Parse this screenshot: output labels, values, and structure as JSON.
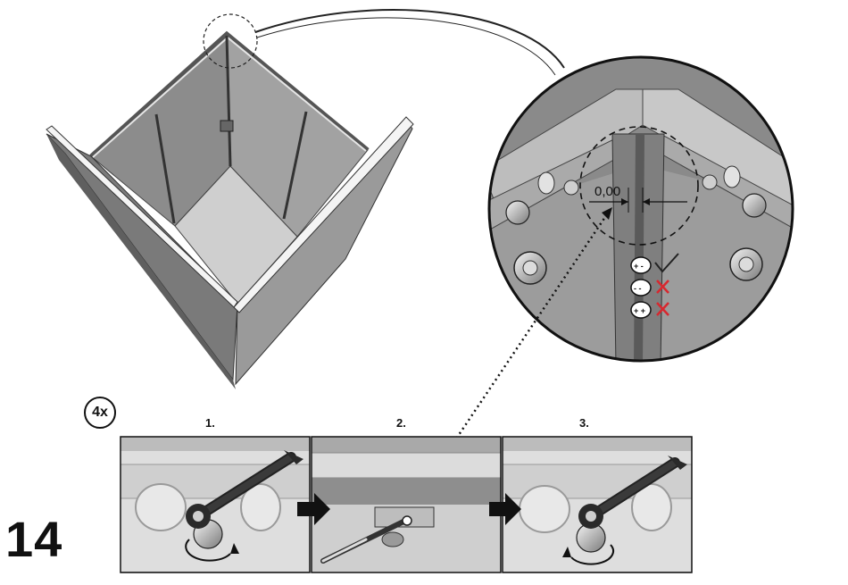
{
  "step": {
    "number": "14",
    "count": "4x"
  },
  "zoom": {
    "measurement": "0,00"
  },
  "tolerance": [
    {
      "symbol": "+ -",
      "status": "ok",
      "icon": "check-icon"
    },
    {
      "symbol": "- -",
      "status": "wrong",
      "icon": "cross-icon"
    },
    {
      "symbol": "+ +",
      "status": "wrong",
      "icon": "cross-icon"
    }
  ],
  "panels": [
    {
      "label": "1.",
      "icon": "wrench-tighten-icon"
    },
    {
      "label": "2.",
      "icon": "screwdriver-icon"
    },
    {
      "label": "3.",
      "icon": "wrench-retighten-icon"
    }
  ],
  "colors": {
    "ok": "#222222",
    "wrong": "#d7282f",
    "panel_bg": "#dcdcdc",
    "frame": "#9a9a9a"
  }
}
